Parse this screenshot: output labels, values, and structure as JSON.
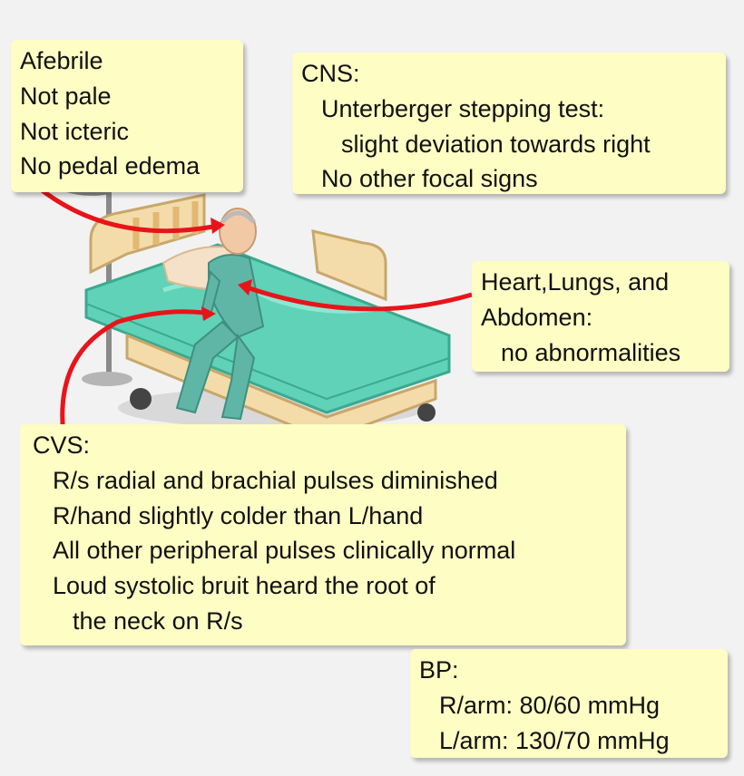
{
  "general": {
    "lines": [
      "Afebrile",
      "Not pale",
      "Not icteric",
      "No pedal edema"
    ]
  },
  "cns": {
    "title": "CNS:",
    "line1": "Unterberger stepping test:",
    "line2": "slight deviation towards right",
    "line3": "No other focal signs"
  },
  "hla": {
    "line1": "Heart,Lungs, and",
    "line2": "Abdomen:",
    "line3": "no abnormalities"
  },
  "cvs": {
    "title": "CVS:",
    "line1": "R/s radial and brachial pulses diminished",
    "line2": "R/hand slightly colder than L/hand",
    "line3": "All other peripheral pulses clinically normal",
    "line4": "Loud systolic bruit heard the root of",
    "line5": "the neck on R/s"
  },
  "bp": {
    "title": "BP:",
    "right_arm": "R/arm: 80/60 mmHg",
    "left_arm": "L/arm: 130/70 mmHg"
  },
  "colors": {
    "note_bg": "#fdfdc4",
    "arrow": "#e8141a",
    "mattress": "#5fd2b8",
    "bed_frame": "#f3dca9",
    "gown": "#5fb6a6"
  }
}
